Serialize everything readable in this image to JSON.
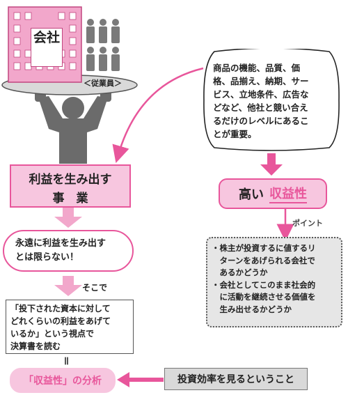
{
  "illustration": {
    "building_label": "会社",
    "employees_label": "＜従業員＞"
  },
  "speech_bubble": {
    "lines": [
      "商品の機能、品質、価",
      "格、品揃え、納期、サー",
      "ビス、立地条件、広告な",
      "どなど、他社と競い合え",
      "るだけのレベルにあるこ",
      "とが重要。"
    ]
  },
  "profit_business": {
    "line1": "利益を生み出す",
    "line2": "事　業"
  },
  "high_profitability": {
    "prefix": "高い",
    "highlight": "収益性"
  },
  "point_label": "ポイント",
  "point_box": {
    "item1_lines": [
      "・株主が投資するに値するリ",
      "　ターンをあげられる会社で",
      "　あるかどうか"
    ],
    "item2_lines": [
      "・会社としてこのまま社会的",
      "　に活動を継続させる価値を",
      "　生み出せるかどうか"
    ]
  },
  "not_forever": {
    "lines": [
      "永遠に利益を生み出す",
      "とは限らない！"
    ]
  },
  "sokode_label": "そこで",
  "read_statements": {
    "lines": [
      "「投下された資本に対して",
      "どれくらいの利益をあげて",
      "いるか」という視点で",
      "決算書を読む"
    ]
  },
  "equals_sign": "＝",
  "profitability_analysis": "「収益性」の分析",
  "investment_efficiency": "投資効率を見るということ",
  "colors": {
    "pink": "#e8569b",
    "pink_light": "#f7c6df",
    "gray": "#777777"
  }
}
